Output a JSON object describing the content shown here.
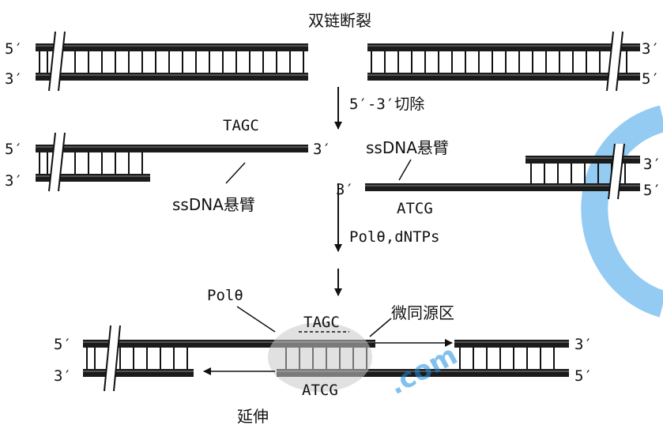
{
  "title": "双链断裂",
  "steps": {
    "resection": "5′-3′切除",
    "polymerase": "Polθ,dNTPs"
  },
  "row1": {
    "left_top": "5′",
    "left_bottom": "3′",
    "right_top": "3′",
    "right_bottom": "5′"
  },
  "row2": {
    "left_top": "5′",
    "left_bottom": "3′",
    "left_overhang_seq": "TAGC",
    "left_overhang_end": "3′",
    "left_overhang_label": "ssDNA悬臂",
    "right_overhang_label": "ssDNA悬臂",
    "right_overhang_end": "3′",
    "right_overhang_seq": "ATCG",
    "right_top": "3′",
    "right_bottom": "5′"
  },
  "row3": {
    "enzyme": "Polθ",
    "top_seq": "TAGC",
    "microhomology": "微同源区",
    "bottom_seq": "ATCG",
    "extension": "延伸",
    "left_top": "5′",
    "left_bottom": "3′",
    "right_top": "3′",
    "right_bottom": "5′"
  },
  "watermark": ".com"
}
